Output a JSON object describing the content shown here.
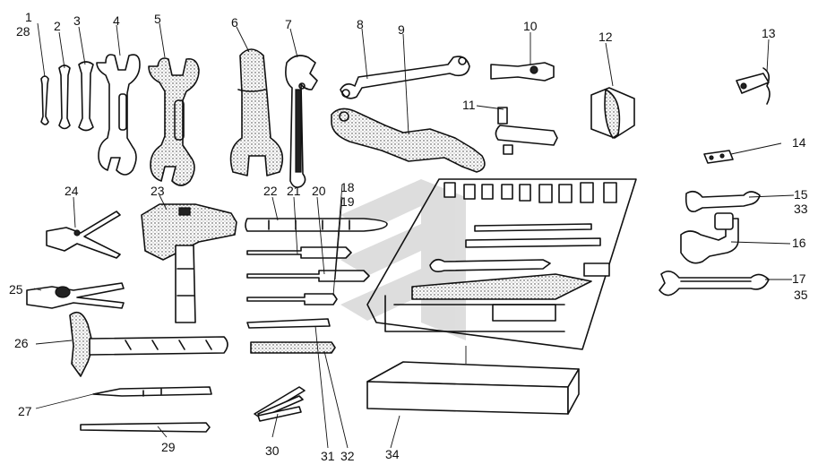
{
  "labels": {
    "l1": "1",
    "l28": "28",
    "l2": "2",
    "l3": "3",
    "l4": "4",
    "l5": "5",
    "l6": "6",
    "l7": "7",
    "l8": "8",
    "l9": "9",
    "l10": "10",
    "l11": "11",
    "l12": "12",
    "l13": "13",
    "l14": "14",
    "l15": "15",
    "l33": "33",
    "l16": "16",
    "l17": "17",
    "l35": "35",
    "l18": "18",
    "l19": "19",
    "l20": "20",
    "l21": "21",
    "l22": "22",
    "l23": "23",
    "l24": "24",
    "l25": "25",
    "l26": "26",
    "l27": "27",
    "l29": "29",
    "l30": "30",
    "l31": "31",
    "l32": "32",
    "l34": "34"
  },
  "colors": {
    "ink": "#111111",
    "paper": "#ffffff",
    "watermark": "#d8d8d8"
  }
}
